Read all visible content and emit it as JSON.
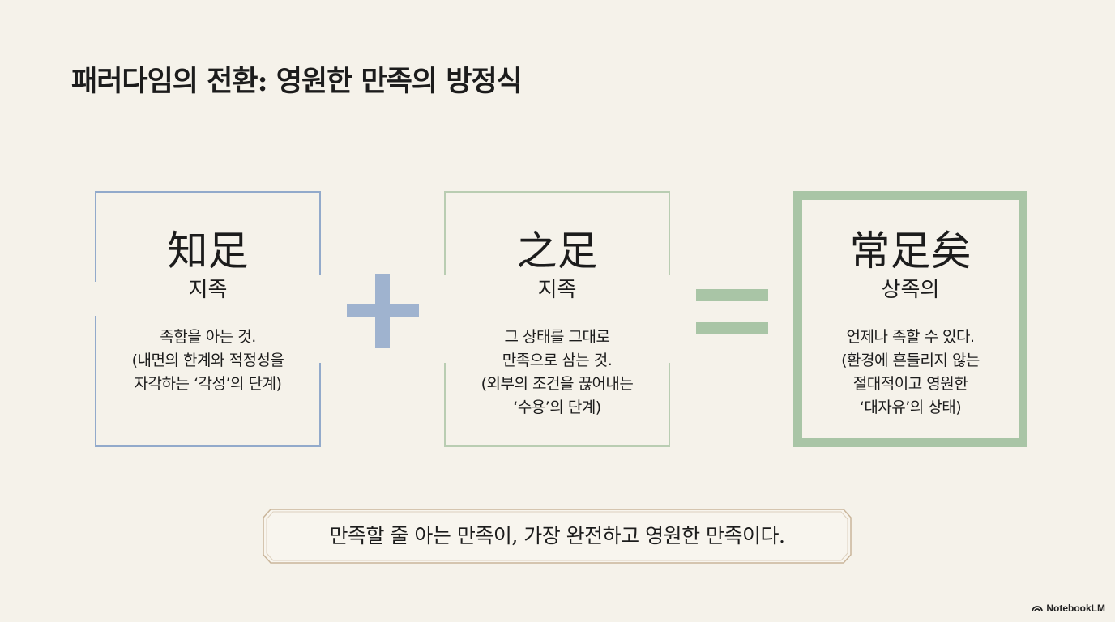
{
  "title": "패러다임의 전환: 영원한 만족의 방정식",
  "cards": [
    {
      "hanja": "知足",
      "korean": "지족",
      "description": "족함을 아는 것.\n(내면의 한계와 적정성을\n자각하는 ‘각성’의 단계)"
    },
    {
      "hanja": "之足",
      "korean": "지족",
      "description": "그 상태를 그대로\n만족으로 삼는 것.\n(외부의 조건을 끊어내는\n‘수용’의 단계)"
    },
    {
      "hanja": "常足矣",
      "korean": "상족의",
      "description": "언제나 족할 수 있다.\n(환경에 흔들리지 않는\n절대적이고 영원한\n‘대자유’의 상태)"
    }
  ],
  "operators": {
    "plus_icon": "plus-icon",
    "equals_icon": "equals-icon"
  },
  "banner": "만족할 줄 아는 만족이, 가장 완전하고 영원한 만족이다.",
  "brand": "NotebookLM",
  "colors": {
    "background": "#f5f2ea",
    "blue": "#92aacb",
    "green": "#a9c5a6",
    "pale_green": "#b9cdb2"
  }
}
